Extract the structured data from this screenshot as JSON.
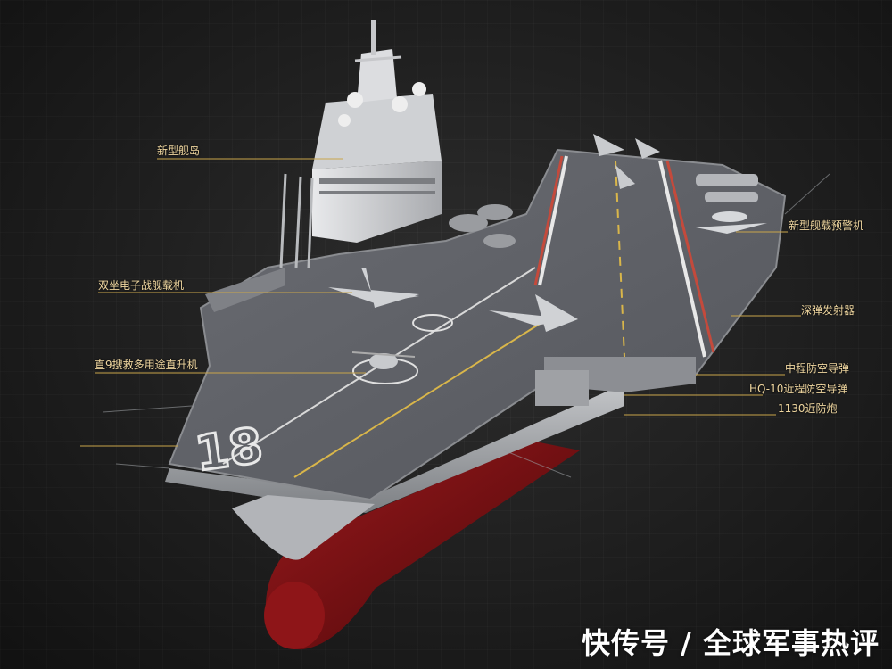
{
  "labels": {
    "island": "新型舰岛",
    "ew_aircraft": "双坐电子战舰载机",
    "z9_heli": "直9搜救多用途直升机",
    "aew_aircraft": "新型舰载预警机",
    "depth_charge": "深弹发射器",
    "mid_sam": "中程防空导弹",
    "hq10": "HQ-10近程防空导弹",
    "ciws": "1130近防炮"
  },
  "deck_number": "18",
  "watermark": "快传号 / 全球军事热评",
  "colors": {
    "label_text": "#f0d7a0",
    "leader_line": "#c9a54a",
    "deck": "#5e6066",
    "hull_red": "#7a0f12",
    "hull_grey": "#9a9ca0"
  }
}
